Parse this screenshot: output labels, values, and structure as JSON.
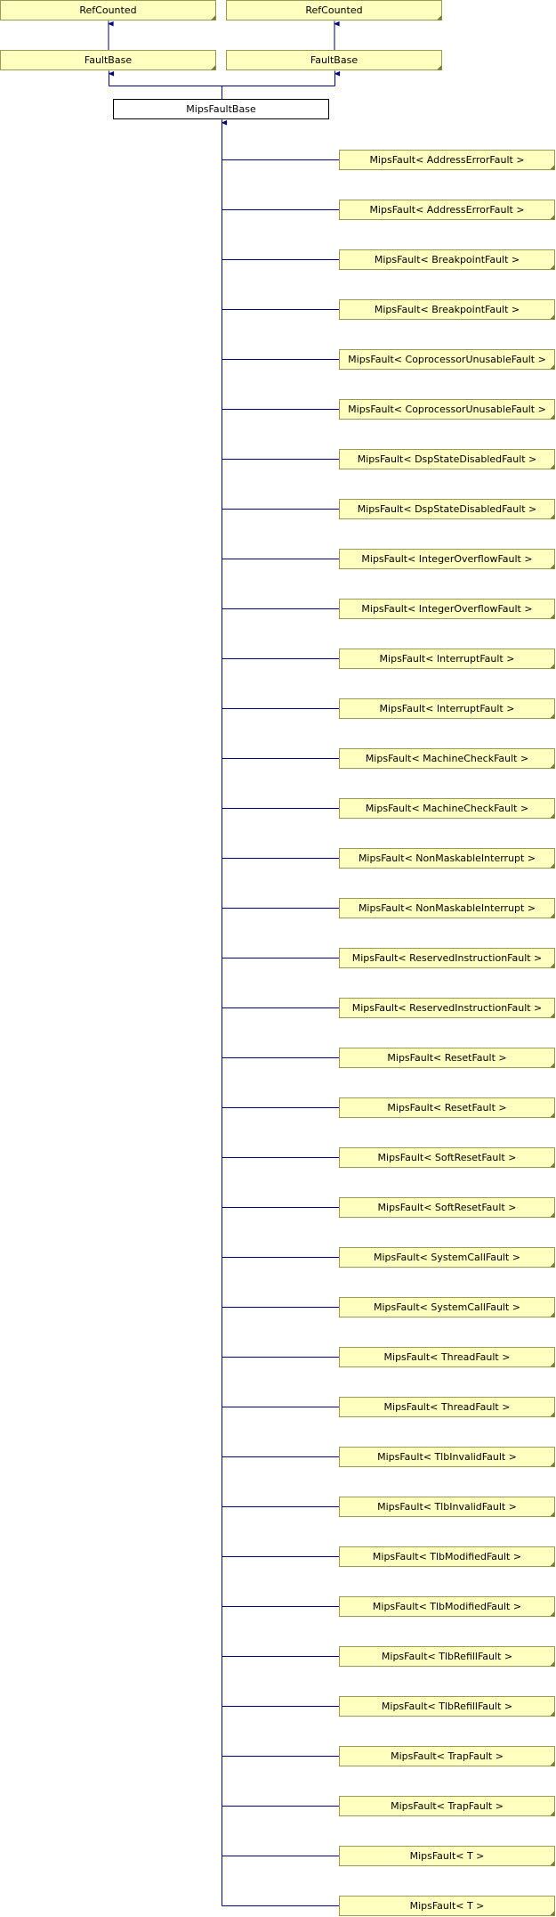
{
  "colors": {
    "node_fill": "#FFFFC0",
    "node_border": "#9A9A50",
    "current_fill": "#FFFFFF",
    "current_border": "#000000",
    "edge": "#00007F",
    "corner_mark": "#7A7A30"
  },
  "top_row": [
    {
      "label": "RefCounted"
    },
    {
      "label": "RefCounted"
    }
  ],
  "mid_row": [
    {
      "label": "FaultBase"
    },
    {
      "label": "FaultBase"
    }
  ],
  "current": {
    "label": "MipsFaultBase"
  },
  "derived": [
    {
      "label": "MipsFault< AddressErrorFault >"
    },
    {
      "label": "MipsFault< AddressErrorFault >"
    },
    {
      "label": "MipsFault< BreakpointFault >"
    },
    {
      "label": "MipsFault< BreakpointFault >"
    },
    {
      "label": "MipsFault< CoprocessorUnusableFault >"
    },
    {
      "label": "MipsFault< CoprocessorUnusableFault >"
    },
    {
      "label": "MipsFault< DspStateDisabledFault >"
    },
    {
      "label": "MipsFault< DspStateDisabledFault >"
    },
    {
      "label": "MipsFault< IntegerOverflowFault >"
    },
    {
      "label": "MipsFault< IntegerOverflowFault >"
    },
    {
      "label": "MipsFault< InterruptFault >"
    },
    {
      "label": "MipsFault< InterruptFault >"
    },
    {
      "label": "MipsFault< MachineCheckFault >"
    },
    {
      "label": "MipsFault< MachineCheckFault >"
    },
    {
      "label": "MipsFault< NonMaskableInterrupt >"
    },
    {
      "label": "MipsFault< NonMaskableInterrupt >"
    },
    {
      "label": "MipsFault< ReservedInstructionFault >"
    },
    {
      "label": "MipsFault< ReservedInstructionFault >"
    },
    {
      "label": "MipsFault< ResetFault >"
    },
    {
      "label": "MipsFault< ResetFault >"
    },
    {
      "label": "MipsFault< SoftResetFault >"
    },
    {
      "label": "MipsFault< SoftResetFault >"
    },
    {
      "label": "MipsFault< SystemCallFault >"
    },
    {
      "label": "MipsFault< SystemCallFault >"
    },
    {
      "label": "MipsFault< ThreadFault >"
    },
    {
      "label": "MipsFault< ThreadFault >"
    },
    {
      "label": "MipsFault< TlbInvalidFault >"
    },
    {
      "label": "MipsFault< TlbInvalidFault >"
    },
    {
      "label": "MipsFault< TlbModifiedFault >"
    },
    {
      "label": "MipsFault< TlbModifiedFault >"
    },
    {
      "label": "MipsFault< TlbRefillFault >"
    },
    {
      "label": "MipsFault< TlbRefillFault >"
    },
    {
      "label": "MipsFault< TrapFault >"
    },
    {
      "label": "MipsFault< TrapFault >"
    },
    {
      "label": "MipsFault< T >"
    },
    {
      "label": "MipsFault< T >"
    }
  ]
}
